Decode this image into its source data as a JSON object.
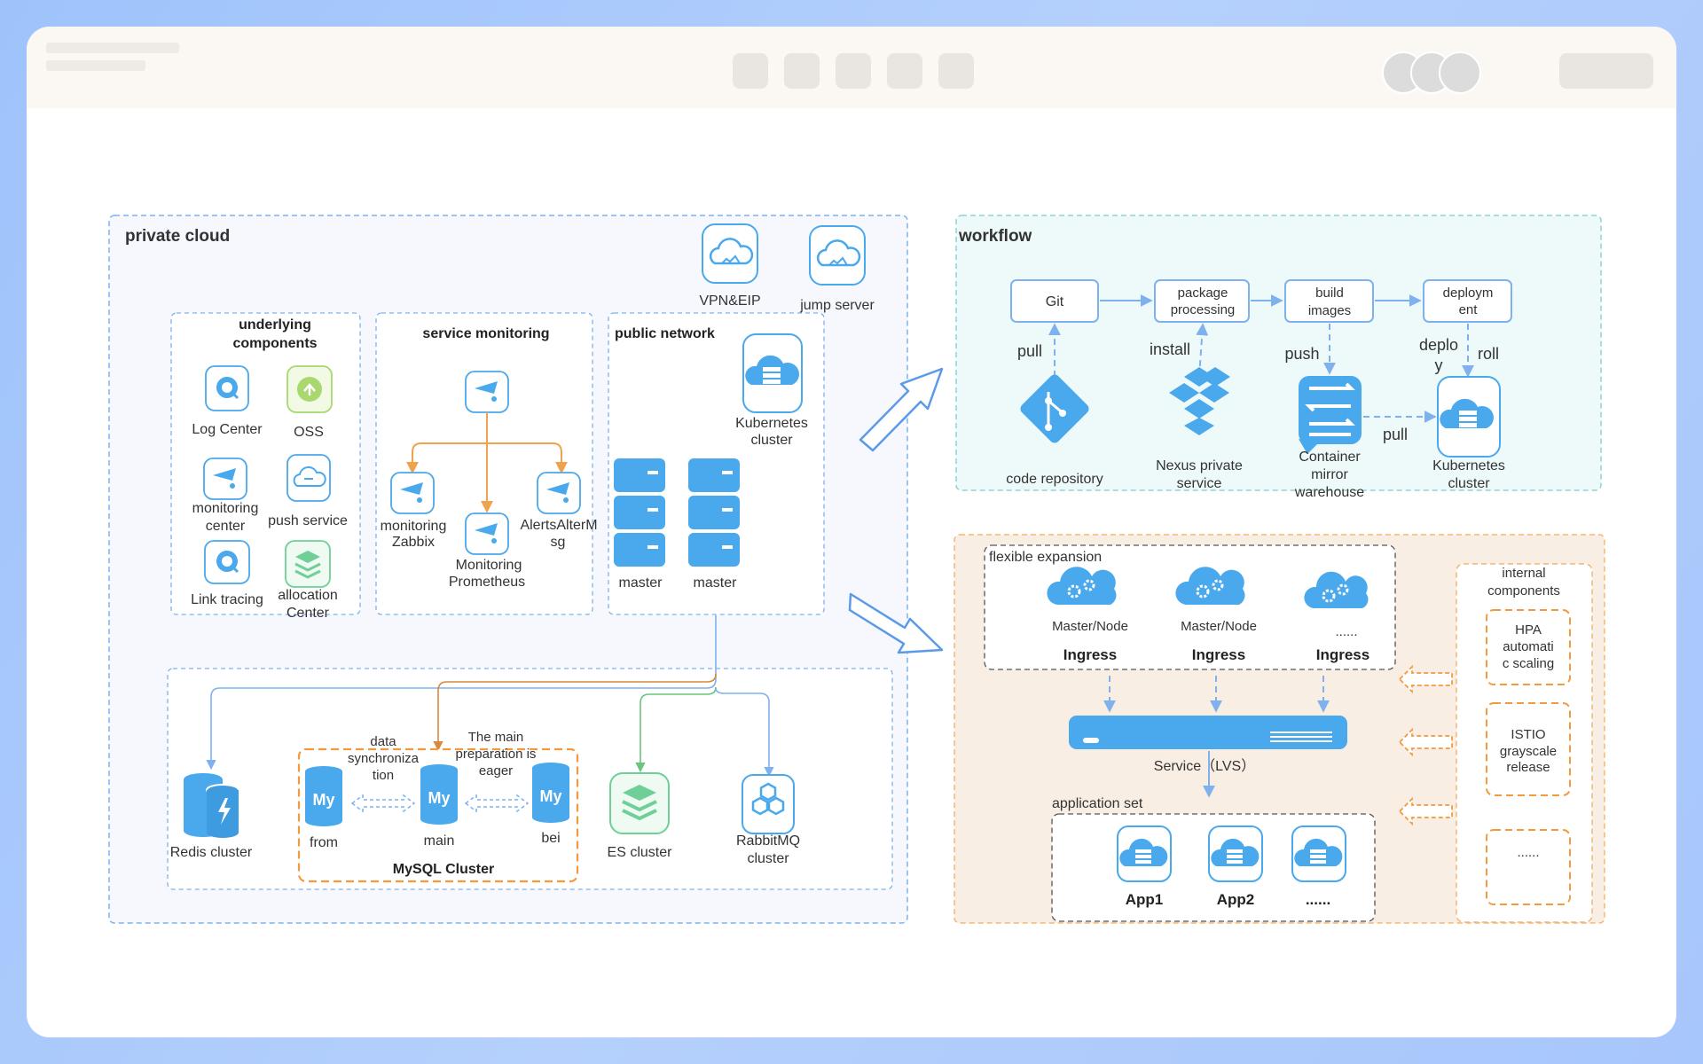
{
  "private_cloud": {
    "title": "private cloud",
    "vpn_label": "VPN&EIP",
    "jump_label": "jump server",
    "underlying": {
      "title_line1": "underlying",
      "title_line2": "components",
      "log_center": "Log Center",
      "oss": "OSS",
      "monitoring_center_1": "monitoring",
      "monitoring_center_2": "center",
      "push_service": "push service",
      "link_tracing": "Link tracing",
      "allocation_1": "allocation",
      "allocation_2": "Center"
    },
    "service_monitoring": {
      "title": "service monitoring",
      "zabbix_1": "monitoring",
      "zabbix_2": "Zabbix",
      "prometheus_1": "Monitoring",
      "prometheus_2": "Prometheus",
      "alerts_1": "AlertsAlterM",
      "alerts_2": "sg"
    },
    "public_network": {
      "title": "public network",
      "k8s_1": "Kubernetes",
      "k8s_2": "cluster",
      "master_1": "master",
      "master_2": "master"
    },
    "data_layer": {
      "redis": "Redis cluster",
      "sync_1": "data",
      "sync_2": "synchroniza",
      "sync_3": "tion",
      "prep_1": "The main",
      "prep_2": "preparation is",
      "prep_3": "eager",
      "from": "from",
      "main": "main",
      "bei": "bei",
      "mysql_title": "MySQL Cluster",
      "es": "ES cluster",
      "rabbit_1": "RabbitMQ",
      "rabbit_2": "cluster"
    }
  },
  "workflow": {
    "title": "workflow",
    "git": "Git",
    "package_1": "package",
    "package_2": "processing",
    "build_1": "build",
    "build_2": "images",
    "deploy_1": "deploym",
    "deploy_2": "ent",
    "pull": "pull",
    "install": "install",
    "push": "push",
    "deploy_v_1": "deplo",
    "deploy_v_2": "y",
    "roll": "roll",
    "pull2": "pull",
    "code_repo": "code repository",
    "nexus_1": "Nexus private",
    "nexus_2": "service",
    "container_1": "Container",
    "container_2": "mirror",
    "container_3": "warehouse",
    "k8s_1": "Kubernetes",
    "k8s_2": "cluster"
  },
  "k8s_panel": {
    "flex_title": "flexible expansion",
    "node_1": "Master/Node",
    "node_2": "Master/Node",
    "node_3": "......",
    "ingress_1": "Ingress",
    "ingress_2": "Ingress",
    "ingress_3": "Ingress",
    "service_label": "Service（LVS）",
    "app_set_title": "application set",
    "app_1": "App1",
    "app_2": "App2",
    "app_3": "......",
    "internal_1": "internal",
    "internal_2": "components",
    "hpa_1": "HPA",
    "hpa_2": "automati",
    "hpa_3": "c scaling",
    "istio_1": "ISTIO",
    "istio_2": "grayscale",
    "istio_3": "release",
    "more": "......"
  },
  "colors": {
    "icon_blue": "#4aa8ec",
    "dashed_blue": "#7fb1ee",
    "monitor_orange": "#f0a24d",
    "mysql_orange": "#f39a3e",
    "green_link": "#6bc47f",
    "workflow_bg": "#eefafa",
    "k8s_bg": "#f8eee4"
  }
}
